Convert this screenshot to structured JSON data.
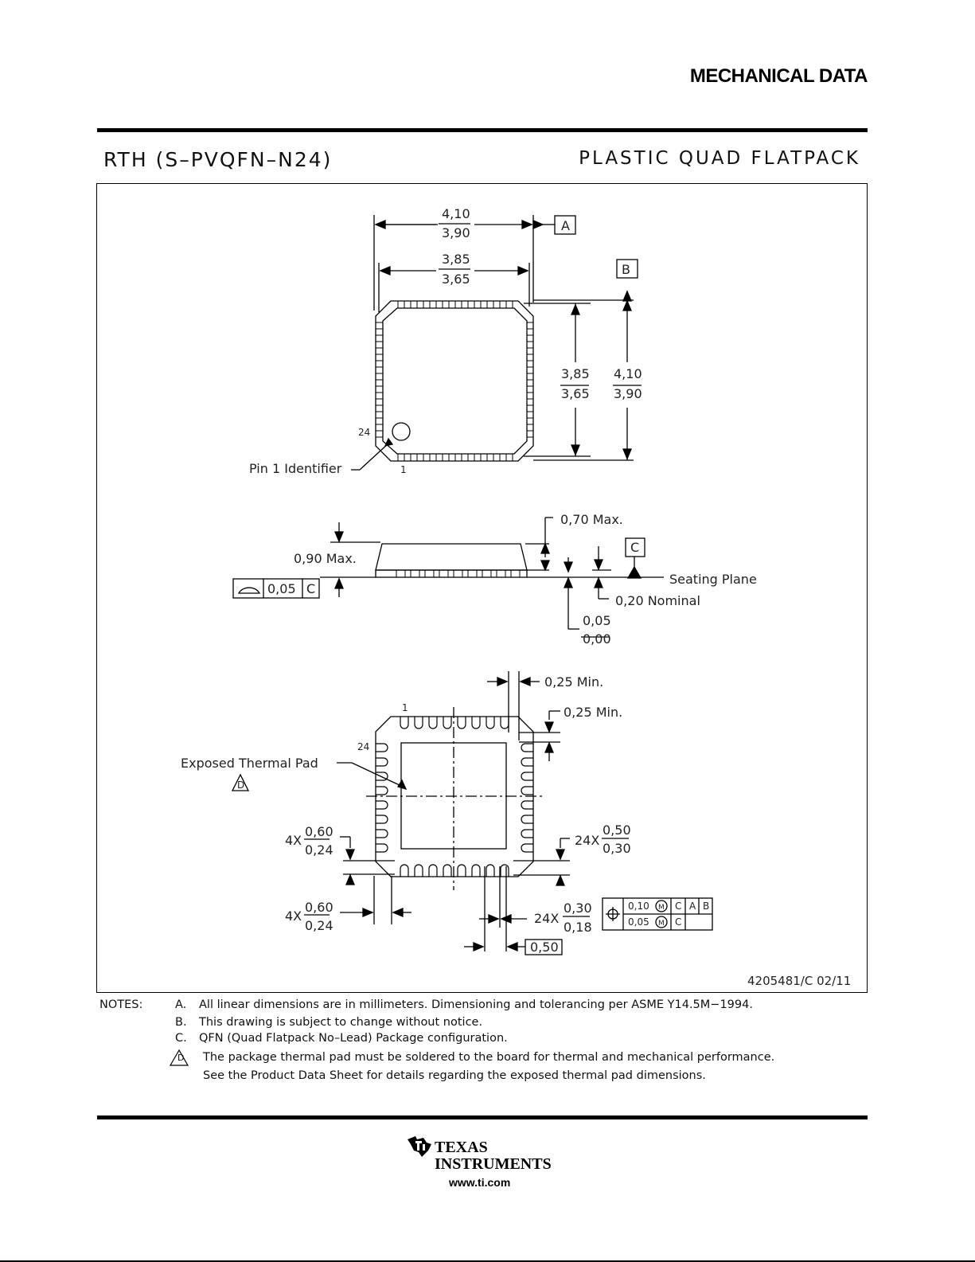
{
  "header": {
    "title": "MECHANICAL DATA"
  },
  "package": {
    "id": "RTH (S–PVQFN–N24)",
    "type": "PLASTIC QUAD FLATPACK"
  },
  "top_view": {
    "width_outer_max": "4,10",
    "width_outer_min": "3,90",
    "datum_a": "A",
    "width_inner_max": "3,85",
    "width_inner_min": "3,65",
    "datum_b": "B",
    "height_inner_max": "3,85",
    "height_inner_min": "3,65",
    "height_outer_max": "4,10",
    "height_outer_min": "3,90",
    "pin24": "24",
    "pin1": "1",
    "pin1_label": "Pin 1 Identifier"
  },
  "side_view": {
    "max_height_body": "0,70 Max.",
    "max_height_total": "0,90 Max.",
    "datum_c": "C",
    "seating_plane": "Seating Plane",
    "nominal": "0,20 Nominal",
    "standoff_max": "0,05",
    "standoff_min": "0,00",
    "flatness_value": "0,05",
    "flatness_datum": "C"
  },
  "bottom_view": {
    "min1": "0,25 Min.",
    "min2": "0,25 Min.",
    "pin1": "1",
    "pin24": "24",
    "pad_label": "Exposed Thermal Pad",
    "note_d": "D",
    "corner_mult_1": "4X",
    "corner1_max": "0,60",
    "corner1_min": "0,24",
    "corner_mult_2": "4X",
    "corner2_max": "0,60",
    "corner2_min": "0,24",
    "lead_mult_len": "24X",
    "lead_len_max": "0,50",
    "lead_len_min": "0,30",
    "lead_mult_w": "24X",
    "lead_w_max": "0,30",
    "lead_w_min": "0,18",
    "pitch": "0,50",
    "tol1_value": "0,10",
    "tol1_mod": "M",
    "tol1_c": "C",
    "tol1_a": "A",
    "tol1_b": "B",
    "tol2_value": "0,05",
    "tol2_mod": "M",
    "tol2_c": "C"
  },
  "doc_number": "4205481/C   02/11",
  "notes": {
    "label": "NOTES:",
    "a_letter": "A.",
    "a_text": "All linear dimensions are in millimeters. Dimensioning and tolerancing per ASME Y14.5M−1994.",
    "b_letter": "B.",
    "b_text": "This drawing is subject to change without notice.",
    "c_letter": "C.",
    "c_text": "QFN (Quad Flatpack No–Lead) Package configuration.",
    "d_letter": "D",
    "d_text": "The package thermal pad must be soldered to the board for thermal and mechanical performance.",
    "d_text2": "See the Product Data Sheet for details regarding the exposed thermal pad dimensions."
  },
  "footer": {
    "brand_line1": "TEXAS",
    "brand_line2": "INSTRUMENTS",
    "url": "www.ti.com"
  }
}
